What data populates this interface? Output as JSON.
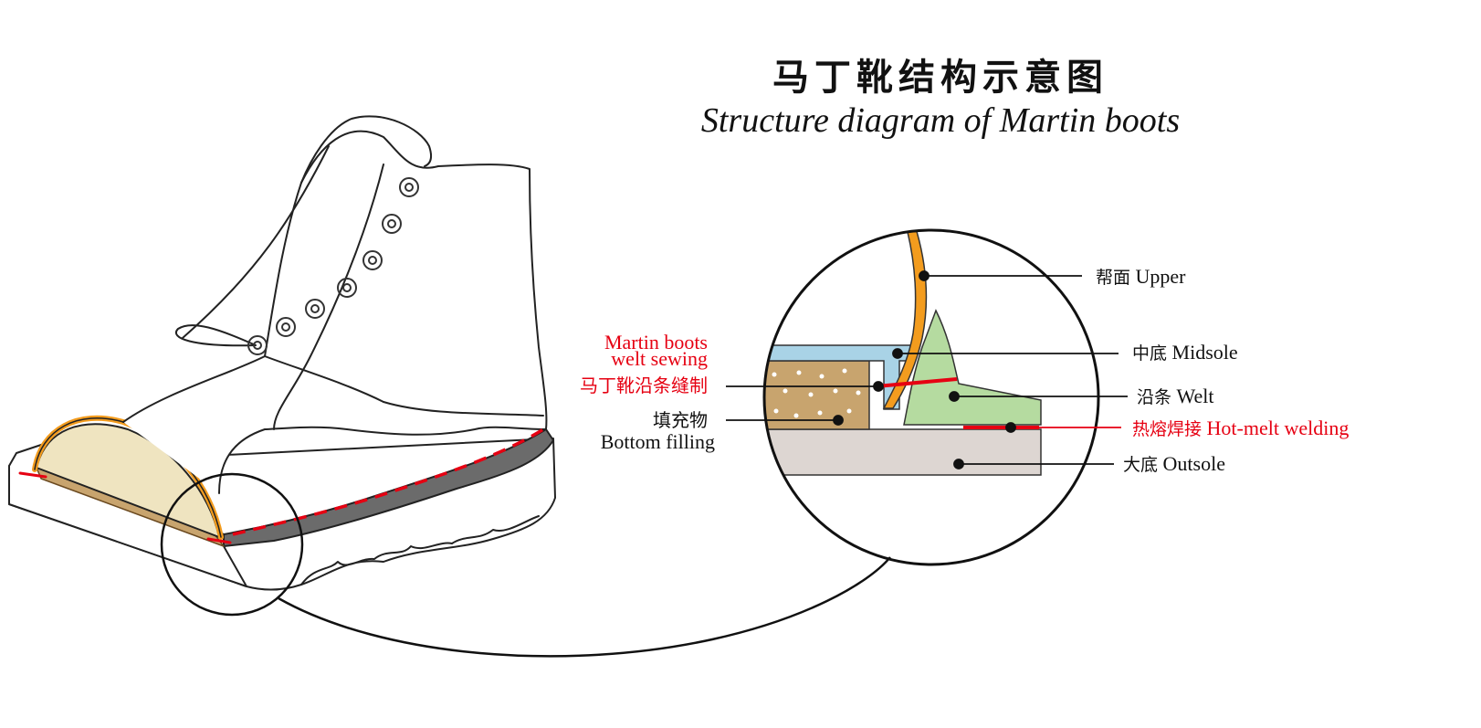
{
  "title": {
    "chinese": "马丁靴结构示意图",
    "english": "Structure diagram of Martin boots"
  },
  "labels": {
    "upper": {
      "cn": "帮面",
      "en": "Upper"
    },
    "midsole": {
      "cn": "中底",
      "en": "Midsole"
    },
    "welt": {
      "cn": "沿条",
      "en": "Welt"
    },
    "hot_melt": {
      "cn": "热熔焊接",
      "en": "Hot-melt welding"
    },
    "outsole": {
      "cn": "大底",
      "en": "Outsole"
    },
    "welt_sewing": {
      "en_line1": "Martin boots",
      "en_line2": "welt sewing",
      "cn": "马丁靴沿条缝制"
    },
    "bottom_filling": {
      "cn": "填充物",
      "en": "Bottom filling"
    }
  },
  "colors": {
    "upper": "#f39c1e",
    "midsole": "#a9d3e6",
    "welt": "#b5dba0",
    "filling": "#c8a46e",
    "outsole": "#ddd6d2",
    "stitch": "#e60012",
    "rubber": "#6b6b6b"
  }
}
